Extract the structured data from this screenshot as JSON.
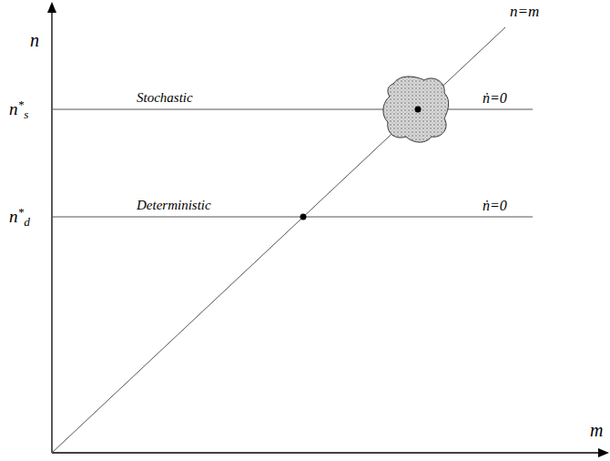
{
  "diagram": {
    "labels": [
      "n",
      "m",
      "n=m",
      "Stochastic",
      "ṅ=0",
      "Deterministic",
      "ṅ=0",
      "n*s",
      "n*d"
    ]
  }
}
